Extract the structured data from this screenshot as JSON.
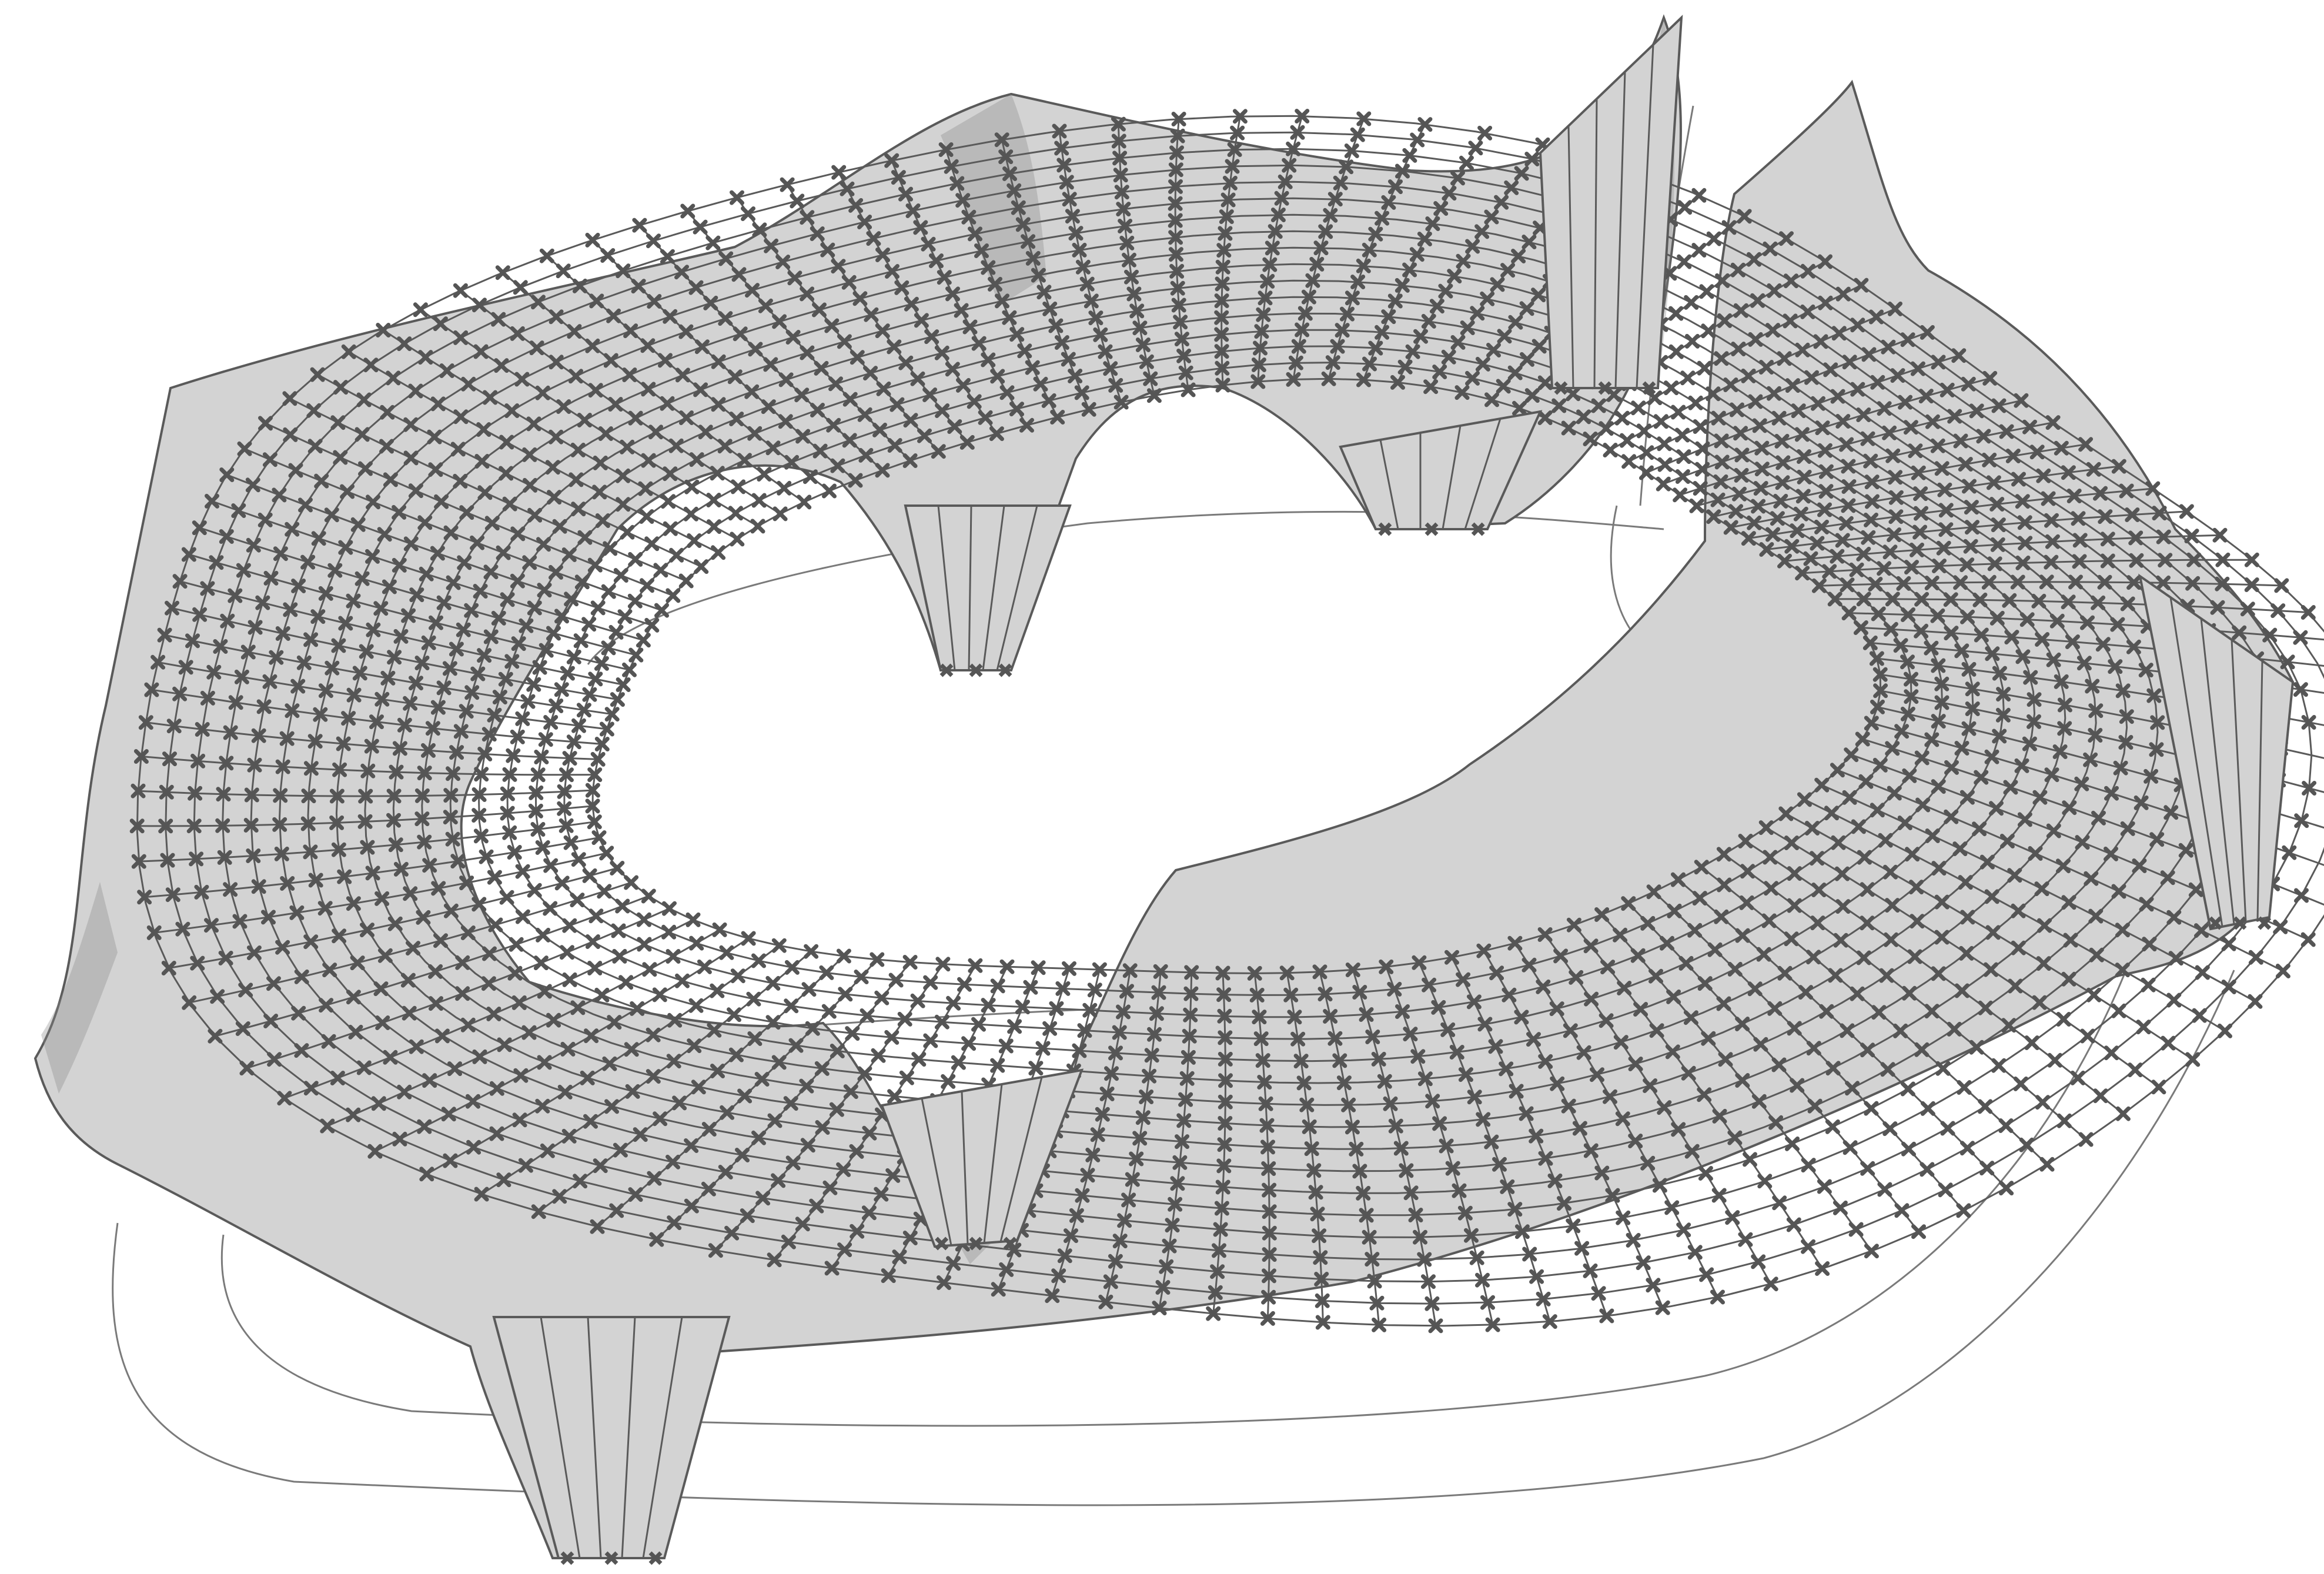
{
  "figure": {
    "kind": "3D structural mesh (gridshell roof) with control points",
    "colors": {
      "background": "#ffffff",
      "surface_fill": "#d3d3d3",
      "mesh_line": "#5a5a5a",
      "guide_curve": "#7a7a7a",
      "node_marker": "#555555"
    },
    "marker_symbol": "x-cross",
    "supports_count": 6
  }
}
